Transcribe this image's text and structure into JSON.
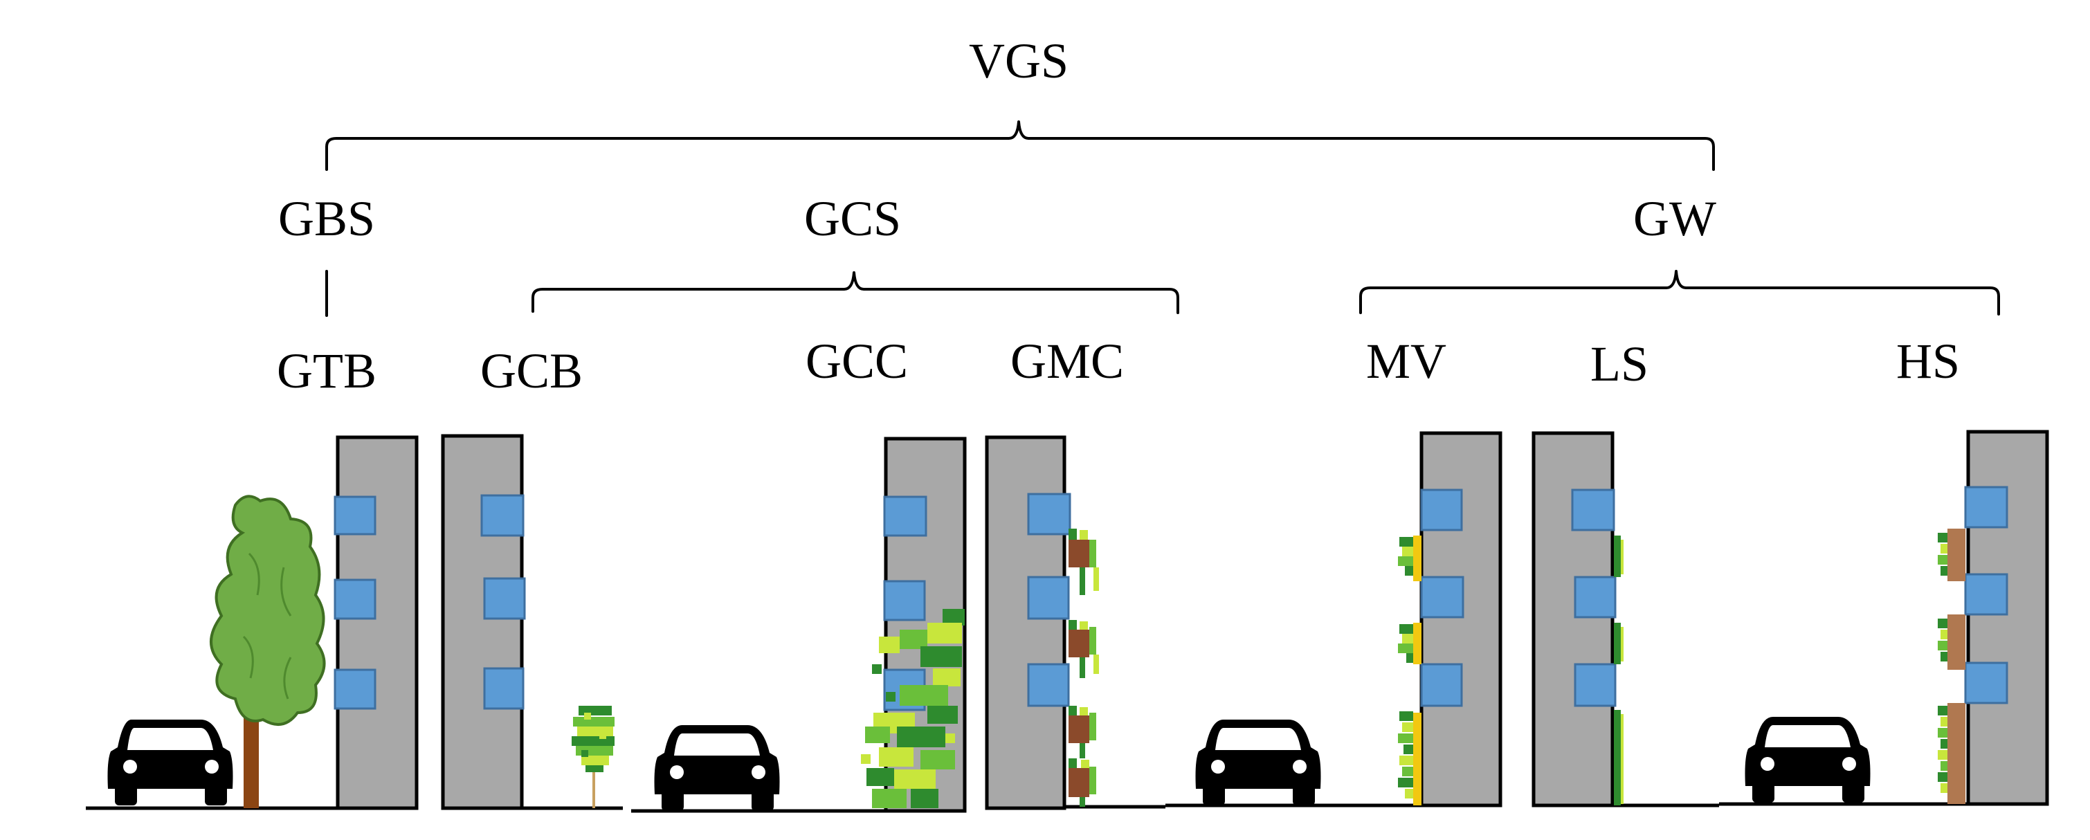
{
  "labels": {
    "vgs": "VGS",
    "gbs": "GBS",
    "gcs": "GCS",
    "gw": "GW",
    "gtb": "GTB",
    "gcb": "GCB",
    "gcc": "GCC",
    "gmc": "GMC",
    "mv": "MV",
    "ls": "LS",
    "hs": "HS"
  },
  "colors": {
    "building": "#a8a8a8",
    "window": "#5b9bd5",
    "tree_canopy": "#70ad47",
    "tree_trunk": "#8b4513",
    "plant_dark": "#2e8b2e",
    "plant_mid": "#6abf3a",
    "plant_light": "#c8e63c",
    "planter_brown": "#8b4a2b",
    "panel_yellow": "#f2c811",
    "panel_brown": "#b07850",
    "car": "#000000"
  }
}
